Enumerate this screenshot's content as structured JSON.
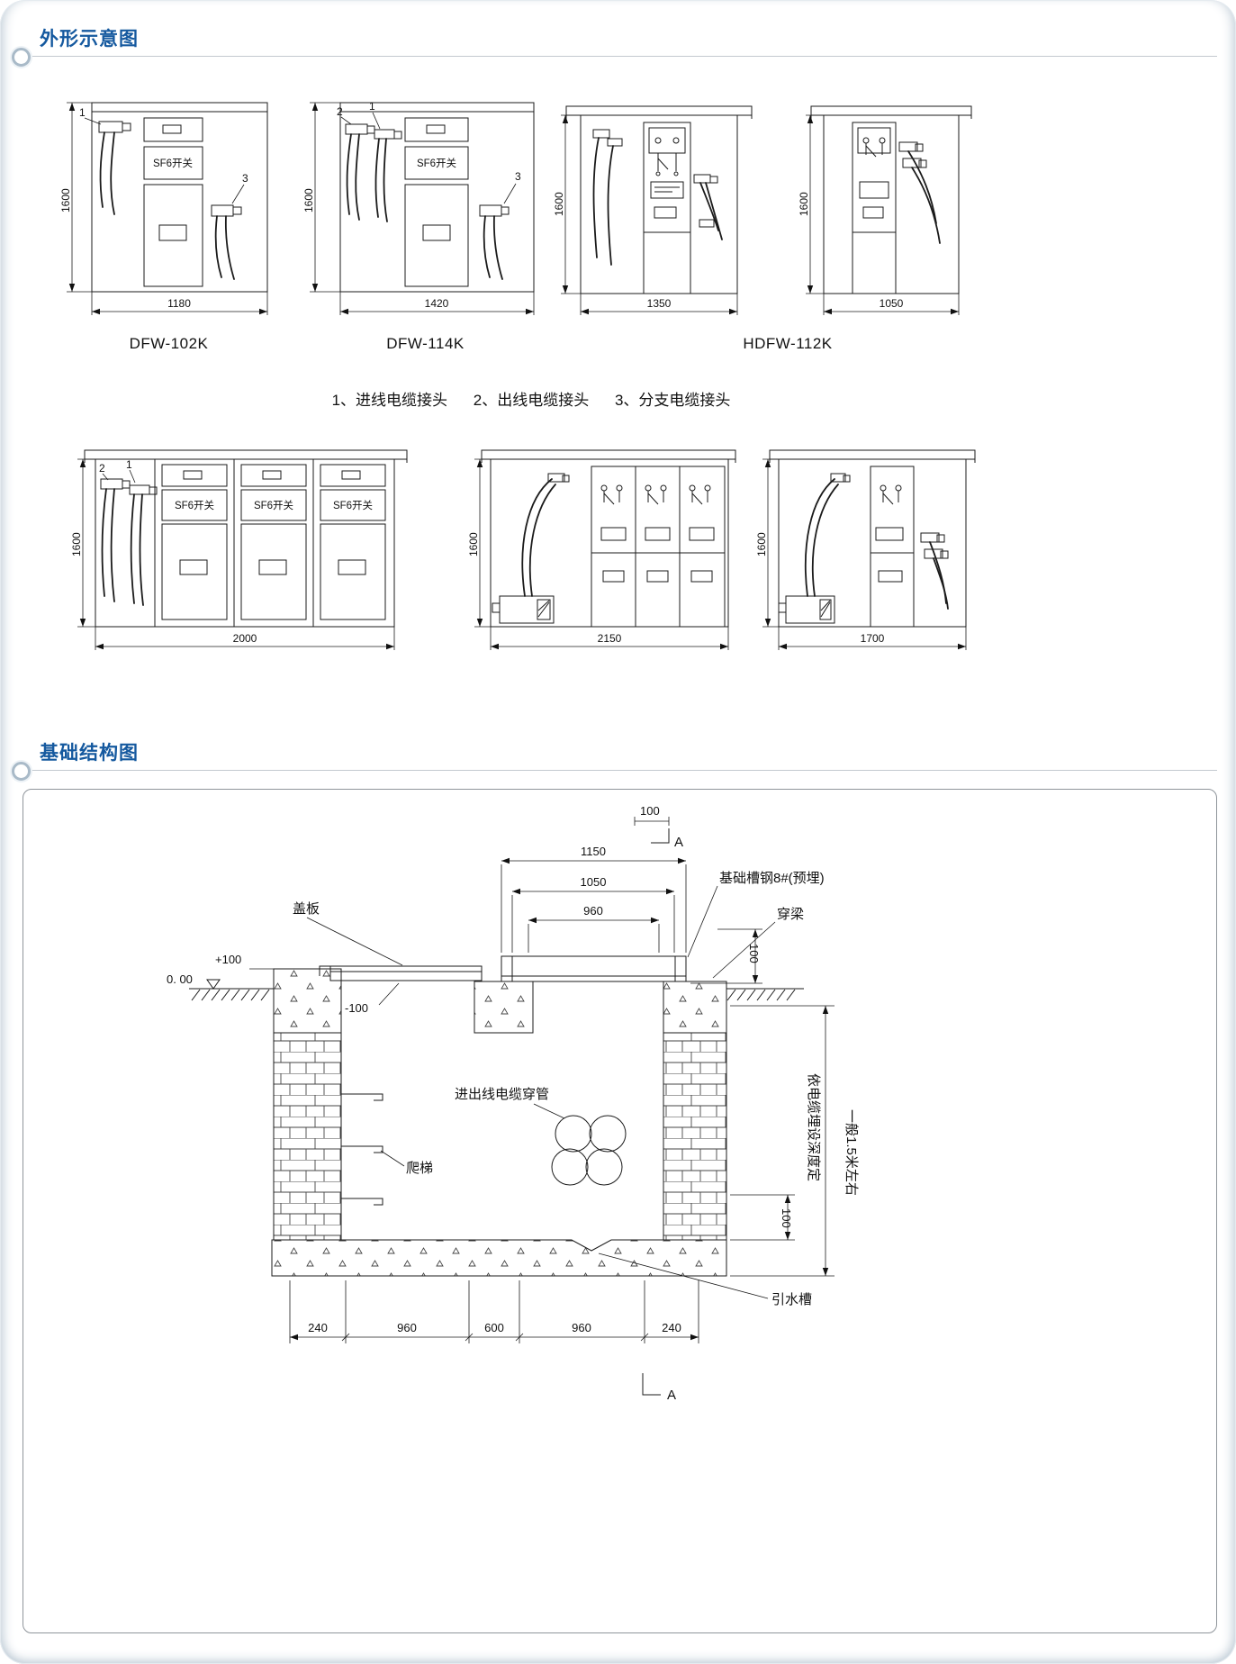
{
  "page": {
    "section_outline_title": "外形示意图",
    "section_foundation_title": "基础结构图"
  },
  "legend": {
    "item1": "1、进线电缆接头",
    "item2": "2、出线电缆接头",
    "item3": "3、分支电缆接头"
  },
  "row1": {
    "c1": {
      "model": "DFW-102K",
      "h": "1600",
      "w": "1180",
      "panel": "SF6开关",
      "callout1": "1",
      "callout3": "3"
    },
    "c2": {
      "model": "DFW-114K",
      "h": "1600",
      "w": "1420",
      "panel": "SF6开关",
      "callout1": "1",
      "callout2": "2",
      "callout3": "3"
    },
    "c3": {
      "model": "HDFW-112K",
      "h": "1600",
      "w": "1350"
    },
    "c4": {
      "h": "1600",
      "w": "1050"
    }
  },
  "row2": {
    "c5": {
      "h": "1600",
      "w": "2000",
      "panel": "SF6开关",
      "callout1": "1",
      "callout2": "2"
    },
    "c6": {
      "h": "1600",
      "w": "2150"
    },
    "c7": {
      "h": "1600",
      "w": "1700"
    }
  },
  "foundation": {
    "dim_a_top": "100",
    "marker_a": "A",
    "dim_1150": "1150",
    "dim_1050": "1050",
    "dim_960": "960",
    "label_channel": "基础槽钢8#(预埋)",
    "label_beam": "穿梁",
    "dim_beam_100": "100",
    "label_cover": "盖板",
    "elev_plus": "+100",
    "elev_zero": "0. 00",
    "elev_minus": "-100",
    "label_conduit": "进出线电缆穿管",
    "label_ladder": "爬梯",
    "label_drain": "引水槽",
    "note_depth": "依电缆埋设深度定",
    "note_general": "一般1.5米左右",
    "dim_floor_100": "100",
    "dims_bottom": [
      "240",
      "960",
      "600",
      "960",
      "240"
    ],
    "marker_a_bottom": "A"
  }
}
